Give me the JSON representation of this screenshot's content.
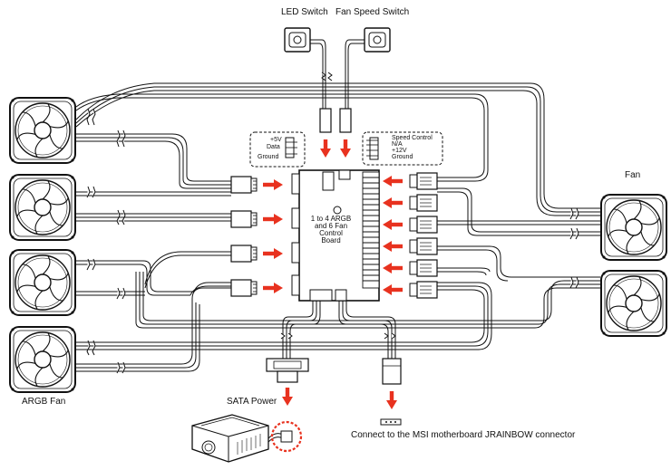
{
  "labels": {
    "led_switch": "LED Switch",
    "fan_speed_switch": "Fan Speed Switch",
    "fan": "Fan",
    "argb_fan": "ARGB Fan",
    "sata_power": "SATA Power",
    "jrainbow": "Connect to the MSI motherboard JRAINBOW connector"
  },
  "argb_pins": {
    "plus5v": "+5V",
    "data": "Data",
    "ground": "Ground"
  },
  "fan_pins": {
    "speed_control": "Speed Control",
    "na": "N/A",
    "plus12v": "+12V",
    "ground": "Ground"
  },
  "board": {
    "line1": "1 to 4 ARGB",
    "line2": "and 6 Fan",
    "line3": "Control",
    "line4": "Board"
  },
  "colors": {
    "arrow": "#e8321f",
    "line": "#111111",
    "sata_circle": "#e8321f"
  }
}
